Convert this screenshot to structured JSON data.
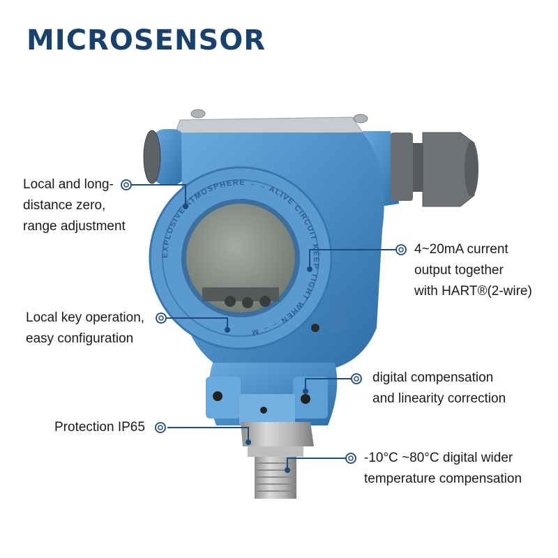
{
  "brand": {
    "name": "MICROSENSOR",
    "color": "#18416e"
  },
  "product": {
    "type": "pressure transmitter",
    "body_color": "#4d90c8",
    "callout_color": "#1d4a78"
  },
  "callouts": [
    {
      "id": "zero-range",
      "side": "left",
      "lines": [
        "Local and long-",
        "distance zero,",
        "range adjustment"
      ]
    },
    {
      "id": "current-output",
      "side": "right",
      "lines": [
        "4~20mA current",
        "output together",
        "with HART®(2-wire)"
      ]
    },
    {
      "id": "key-operation",
      "side": "left",
      "lines": [
        "Local key operation,",
        "easy configuration"
      ]
    },
    {
      "id": "digital-compensation",
      "side": "right",
      "lines": [
        "digital compensation",
        "and linearity correction"
      ]
    },
    {
      "id": "protection",
      "side": "left",
      "lines": [
        "Protection IP65"
      ]
    },
    {
      "id": "temperature",
      "side": "right",
      "lines": [
        "-10°C ~80°C digital wider",
        "temperature compensation"
      ]
    }
  ],
  "housing_text": {
    "ring": "EXPLOSIVE ATMOSPHERE ←→ ALIVE CIRCUIT KEEP TIGHT WHEN ←→ M"
  }
}
